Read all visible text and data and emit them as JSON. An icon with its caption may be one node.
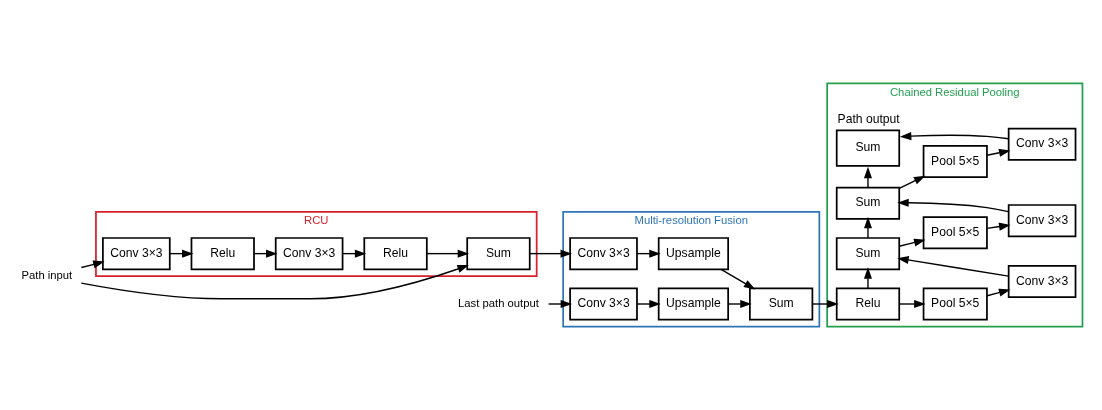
{
  "diagram": {
    "nodes": [
      {
        "text": [
          "Path input"
        ]
      },
      {
        "text": [
          "RCU"
        ]
      },
      {
        "text": [
          "Conv 3×3"
        ],
        "in": 1
      },
      {
        "text": [
          "Relu"
        ],
        "in": 1
      },
      {
        "text": [
          "Conv 3×3"
        ],
        "in": 1
      },
      {
        "text": [
          "Relu"
        ],
        "in": 1
      },
      {
        "text": [
          "Sum"
        ],
        "in": 1
      },
      {
        "text": [
          "Last path output"
        ]
      },
      {
        "text": [
          "Multi-resolution Fusion"
        ]
      },
      {
        "text": [
          "Conv 3×3"
        ],
        "in": 8
      },
      {
        "text": [
          "Upsample"
        ],
        "in": 8
      },
      {
        "text": [
          "Conv 3×3"
        ],
        "in": 8
      },
      {
        "text": [
          "Upsample"
        ],
        "in": 8
      },
      {
        "text": [
          "Sum"
        ],
        "in": 8
      },
      {
        "text": [
          "Chained Residual Pooling"
        ]
      },
      {
        "text": [
          "Sum"
        ],
        "in": 14,
        "beside": [
          "Path output"
        ]
      },
      {
        "text": [
          "Sum"
        ],
        "in": 14
      },
      {
        "text": [
          "Pool 5×5"
        ],
        "in": 14
      },
      {
        "text": [
          "Conv 3×3"
        ],
        "in": 14
      },
      {
        "text": [
          "Sum"
        ],
        "in": 14
      },
      {
        "text": [
          "Pool 5×5"
        ],
        "in": 14
      },
      {
        "text": [
          "Conv 3×3"
        ],
        "in": 14
      },
      {
        "text": [
          "Relu"
        ],
        "in": 14
      },
      {
        "text": [
          "Pool 5×5"
        ],
        "in": 14
      },
      {
        "text": [
          "Conv 3×3"
        ],
        "in": 14
      }
    ],
    "edges": [
      {
        "from": 0,
        "to": 2,
        "arrow": "to"
      },
      {
        "from": 0,
        "to": 6,
        "arrow": "to"
      },
      {
        "from": 2,
        "to": 3,
        "arrow": "to"
      },
      {
        "from": 3,
        "to": 4,
        "arrow": "to"
      },
      {
        "from": 4,
        "to": 5,
        "arrow": "to"
      },
      {
        "from": 5,
        "to": 6,
        "arrow": "to"
      },
      {
        "from": 6,
        "to": 9,
        "arrow": "to"
      },
      {
        "from": 7,
        "to": 11,
        "arrow": "to"
      },
      {
        "from": 9,
        "to": 10,
        "arrow": "to"
      },
      {
        "from": 11,
        "to": 12,
        "arrow": "to"
      },
      {
        "from": 10,
        "to": 13,
        "arrow": "to"
      },
      {
        "from": 12,
        "to": 13,
        "arrow": "to"
      },
      {
        "from": 13,
        "to": 22,
        "arrow": "to"
      },
      {
        "from": 22,
        "to": 23,
        "arrow": "to"
      },
      {
        "from": 23,
        "to": 24,
        "arrow": "to"
      },
      {
        "from": 24,
        "to": 19,
        "arrow": "to"
      },
      {
        "from": 22,
        "to": 19,
        "arrow": "to"
      },
      {
        "from": 19,
        "to": 20,
        "arrow": "to"
      },
      {
        "from": 20,
        "to": 21,
        "arrow": "to"
      },
      {
        "from": 21,
        "to": 16,
        "arrow": "to"
      },
      {
        "from": 19,
        "to": 16,
        "arrow": "to"
      },
      {
        "from": 16,
        "to": 17,
        "arrow": "to"
      },
      {
        "from": 17,
        "to": 18,
        "arrow": "to"
      },
      {
        "from": 18,
        "to": 15,
        "arrow": "to"
      },
      {
        "from": 16,
        "to": 15,
        "arrow": "to"
      }
    ]
  }
}
